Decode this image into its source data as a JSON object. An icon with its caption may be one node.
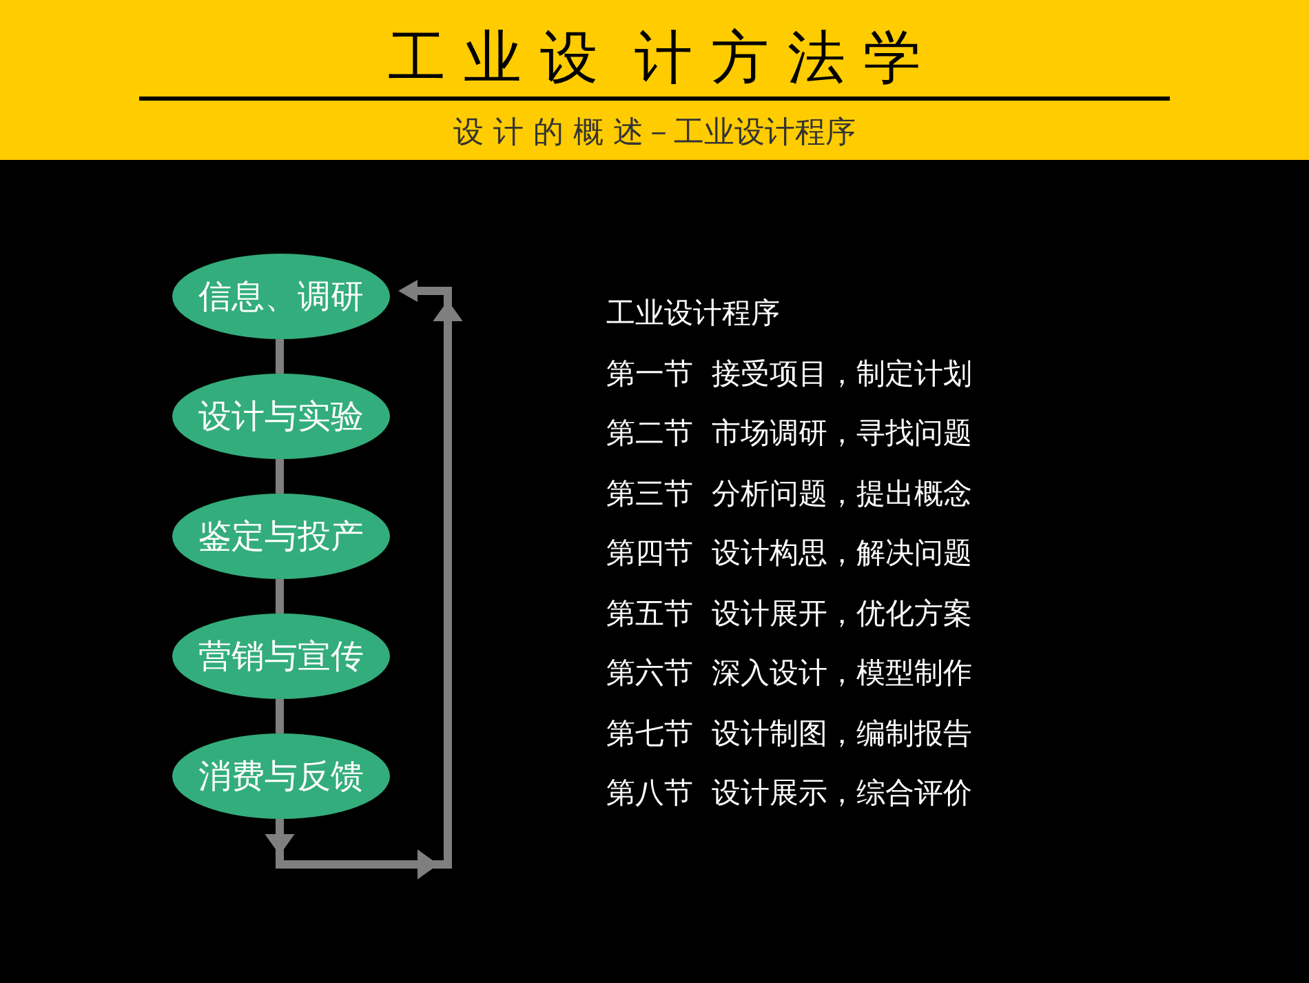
{
  "diagram": {
    "title": "工 业 设  计 方 法 学",
    "nodes": [
      {
        "text": [
          "信息、调研"
        ]
      },
      {
        "text": [
          "设计与实验"
        ]
      },
      {
        "text": [
          "鉴定与投产"
        ]
      },
      {
        "text": [
          "营销与宣传"
        ]
      },
      {
        "text": [
          "消费与反馈"
        ]
      }
    ],
    "edges": [
      {
        "from": 0,
        "to": 1,
        "arrow": "none"
      },
      {
        "from": 1,
        "to": 2,
        "arrow": "none"
      },
      {
        "from": 2,
        "to": 3,
        "arrow": "none"
      },
      {
        "from": 3,
        "to": 4,
        "arrow": "none"
      },
      {
        "from": 4,
        "to": 0,
        "arrow": "to"
      }
    ],
    "labels": [
      "设 计 的 概 述－工业设计程序",
      "工业设计程序",
      "第一节  接受项目，制定计划",
      "第二节  市场调研，寻找问题",
      "第三节  分析问题，提出概念",
      "第四节  设计构思，解决问题",
      "第五节  设计展开，优化方案",
      "第六节  深入设计，模型制作",
      "第七节  设计制图，编制报告",
      "第八节  设计展示，综合评价"
    ]
  }
}
